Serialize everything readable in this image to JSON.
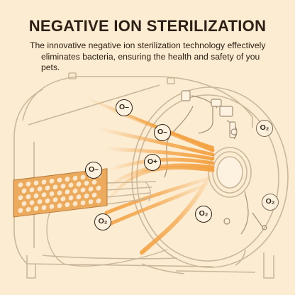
{
  "header": {
    "title": "NEGATIVE ION STERILIZATION",
    "description_line1": "The innovative negative ion sterilization technology effectively",
    "description_line2": "eliminates bacteria, ensuring the health and safety of you pets."
  },
  "ions": {
    "o_minus_1": "O–",
    "o_minus_2": "O–",
    "o_minus_3": "O–",
    "o_plus": "O+",
    "o2_1": "O₂",
    "o2_2": "O₂",
    "o2_3": "O₂",
    "o2_4": "O₂"
  },
  "colors": {
    "background": "#fcecd2",
    "line_art": "#c9b59a",
    "ion_beam": "#f3a040",
    "filter_panel": "#e8a659",
    "text": "#2e2015"
  }
}
